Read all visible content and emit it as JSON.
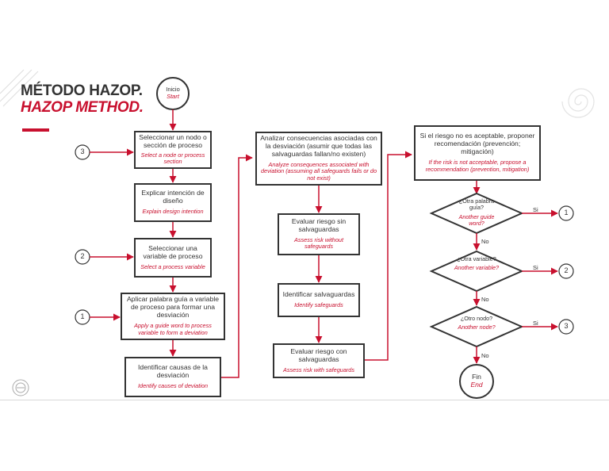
{
  "title": {
    "es": "MÉTODO HAZOP.",
    "en": "HAZOP METHOD."
  },
  "start": {
    "es": "Inicio",
    "en": "Start"
  },
  "end": {
    "es": "Fin",
    "en": "End"
  },
  "steps": {
    "select_node": {
      "es": "Seleccionar un nodo o sección de proceso",
      "en": "Select a node or process section"
    },
    "design_intent": {
      "es": "Explicar intención de diseño",
      "en": "Explain design intention"
    },
    "select_variable": {
      "es": "Seleccionar una variable de proceso",
      "en": "Select a process variable"
    },
    "guide_word": {
      "es": "Aplicar palabra guía a variable de proceso para formar una desviación",
      "en": "Apply a guide word to process variable to form a deviation"
    },
    "causes": {
      "es": "Identificar causas de la desviación",
      "en": "Identify causes of deviation"
    },
    "consequences": {
      "es": "Analizar consecuencias asociadas con la desviación (asumir que todas las salvaguardas fallan/no existen)",
      "en": "Analyze consequences associated with deviation (assuming all safeguards fails or do not exist)"
    },
    "risk_without": {
      "es": "Evaluar riesgo sin salvaguardas",
      "en": "Assess risk without safeguards"
    },
    "safeguards": {
      "es": "Identificar salvaguardas",
      "en": "Identify safeguards"
    },
    "risk_with": {
      "es": "Evaluar riesgo con salvaguardas",
      "en": "Assess risk with safeguards"
    },
    "recommendation": {
      "es": "Si el riesgo no es aceptable, proponer recomendación (prevención; mitigación)",
      "en": "If the risk is not acceptable, propose a recommendation (prevention, mitigation)"
    }
  },
  "decisions": {
    "other_guide_word": {
      "es": "¿Otra palabra guía?",
      "en": "Another guide word?"
    },
    "other_variable": {
      "es": "¿Otra variable?",
      "en": "Another variable?"
    },
    "other_node": {
      "es": "¿Otro nodo?",
      "en": "Another node?"
    }
  },
  "labels": {
    "yes": "Si",
    "no": "No"
  },
  "connectors": {
    "c1": "1",
    "c2": "2",
    "c3": "3"
  },
  "colors": {
    "accent": "#c8102e",
    "line": "#c8102e",
    "box_border": "#333333",
    "text": "#333333"
  },
  "icons": {
    "logo": "certification-seal-icon",
    "decoration": "spiral-icon"
  }
}
